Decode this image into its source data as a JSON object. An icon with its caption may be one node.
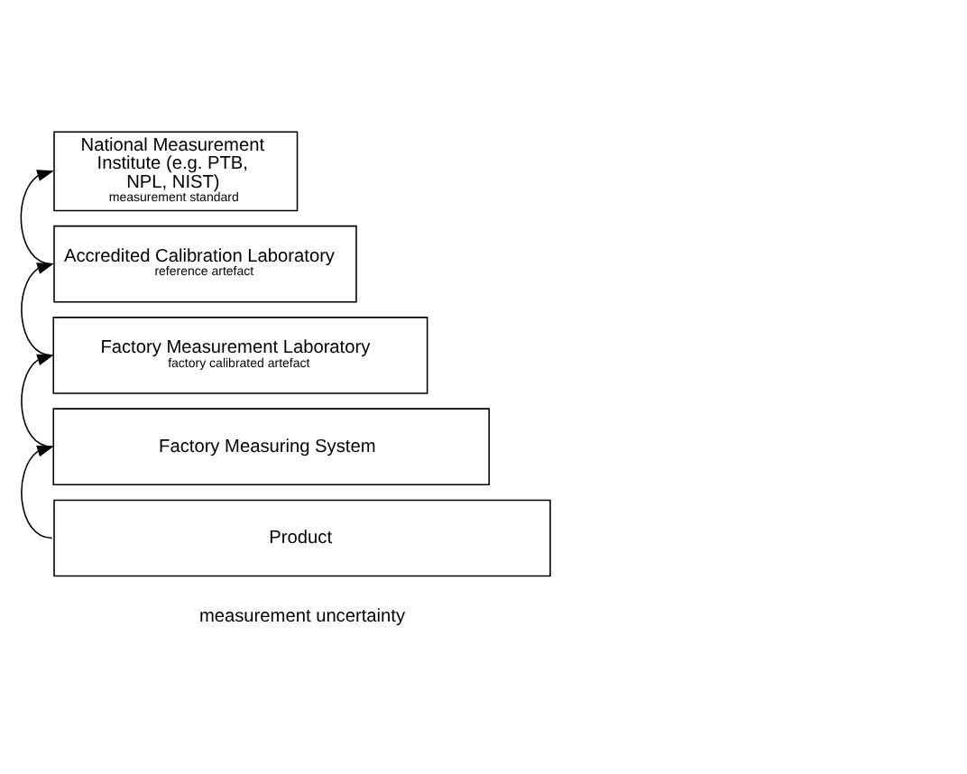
{
  "diagram": {
    "nodes": [
      {
        "text": [
          "National Measurement Institute (e.g. PTB, NPL, NIST)",
          "measurement standard"
        ]
      },
      {
        "text": [
          "Accredited Calibration Laboratory",
          "reference artefact"
        ]
      },
      {
        "text": [
          "Factory Measurement Laboratory",
          "factory calibrated artefact"
        ]
      },
      {
        "text": [
          "Factory Measuring System"
        ]
      },
      {
        "text": [
          "Product"
        ]
      }
    ],
    "edges": [
      {
        "from": 1,
        "to": 0,
        "arrow": "to"
      },
      {
        "from": 2,
        "to": 1,
        "arrow": "to"
      },
      {
        "from": 3,
        "to": 2,
        "arrow": "to"
      },
      {
        "from": 4,
        "to": 3,
        "arrow": "to"
      }
    ],
    "labels": [
      "measurement uncertainty"
    ]
  }
}
